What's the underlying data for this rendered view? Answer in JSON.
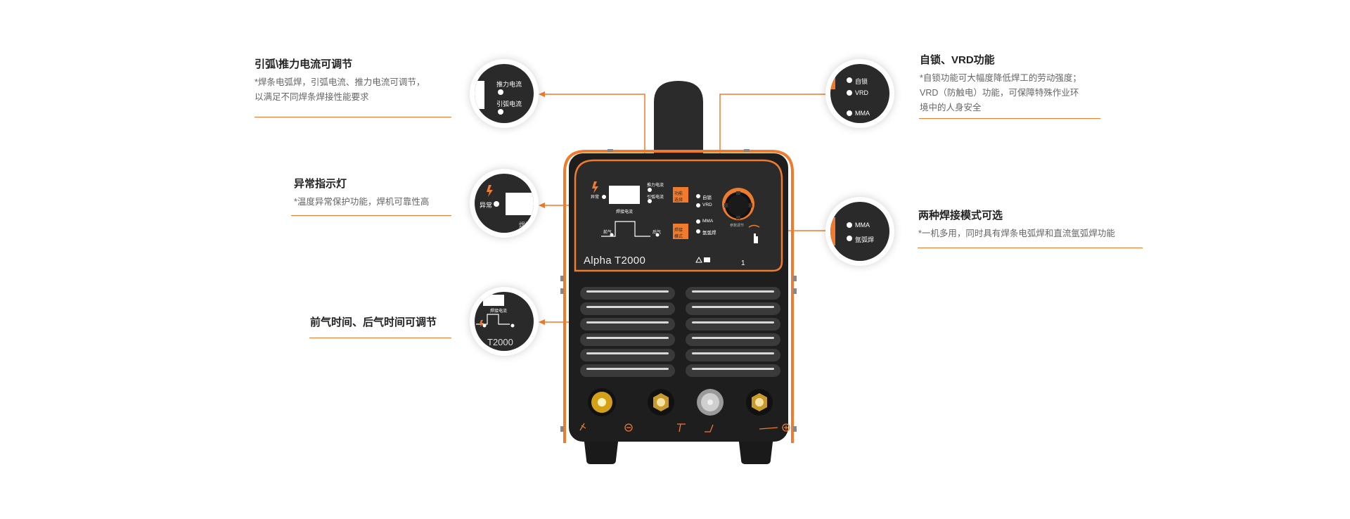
{
  "features": [
    {
      "id": "arc-force",
      "title": "引弧\\推力电流可调节",
      "desc": [
        "*焊条电弧焊，引弧电流、推力电流可调节，",
        "以满足不同焊条焊接性能要求"
      ]
    },
    {
      "id": "abnormal",
      "title": "异常指示灯",
      "desc": [
        "*温度异常保护功能，焊机可靠性高"
      ]
    },
    {
      "id": "gas-time",
      "title": "前气时间、后气时间可调节",
      "desc": []
    },
    {
      "id": "vrd",
      "title": "自锁、VRD功能",
      "desc": [
        "*自锁功能可大幅度降低焊工的劳动强度；",
        "VRD（防触电）功能，可保障特殊作业环",
        "境中的人身安全"
      ]
    },
    {
      "id": "mode",
      "title": "两种焊接模式可选",
      "desc": [
        "*一机多用，同时具有焊条电弧焊和直流氩弧焊功能"
      ]
    }
  ],
  "zoom": {
    "arc_force": {
      "line1": "推力电流",
      "line2": "引弧电流"
    },
    "abnormal": {
      "label": "异常",
      "bottom": "焊接"
    },
    "gas": {
      "top": "焊接电流",
      "model": "T2000"
    },
    "vrd": {
      "opt1": "自锁",
      "opt2": "VRD",
      "opt3": "MMA"
    },
    "mode": {
      "opt1": "MMA",
      "opt2": "氩弧焊"
    }
  },
  "machine": {
    "model": "Alpha T2000",
    "panel": {
      "abnormal": "异常",
      "force": "推力电流",
      "arc": "引弧电流",
      "weld_current": "焊接电流",
      "pre_gas": "前气",
      "post_gas": "后气",
      "func_btn": "功能\n选择",
      "mode_btn": "焊接\n模式",
      "opt_lock": "自锁",
      "opt_vrd": "VRD",
      "opt_mma": "MMA",
      "opt_tig": "氩弧焊",
      "knob_label": "参数调节",
      "switch_label": "1"
    }
  },
  "colors": {
    "accent": "#f07b2c",
    "body": "#1e1e1e",
    "panel": "#2b2b2b"
  }
}
